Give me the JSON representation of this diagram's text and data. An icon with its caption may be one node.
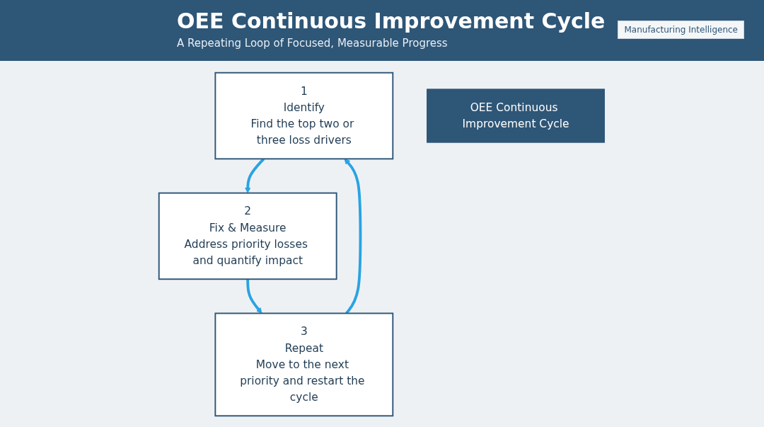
{
  "diagram": {
    "title": "OEE Continuous Improvement Cycle",
    "nodes": [
      {
        "text": [
          "1",
          "Identify",
          "Find the top two or three loss drivers"
        ]
      },
      {
        "text": [
          "2",
          "Fix & Measure",
          "Address priority losses and quantify impact"
        ]
      },
      {
        "text": [
          "3",
          "Repeat",
          "Move to the next priority and restart the cycle"
        ]
      },
      {
        "text": [
          "OEE Continuous Improvement Cycle"
        ]
      }
    ],
    "edges": [
      {
        "from": 0,
        "to": 1,
        "arrow": "to"
      },
      {
        "from": 1,
        "to": 2,
        "arrow": "to"
      },
      {
        "from": 2,
        "to": 0,
        "arrow": "to"
      }
    ],
    "labels": [
      "A Repeating Loop of Focused, Measurable Progress",
      "Manufacturing Intelligence"
    ]
  }
}
